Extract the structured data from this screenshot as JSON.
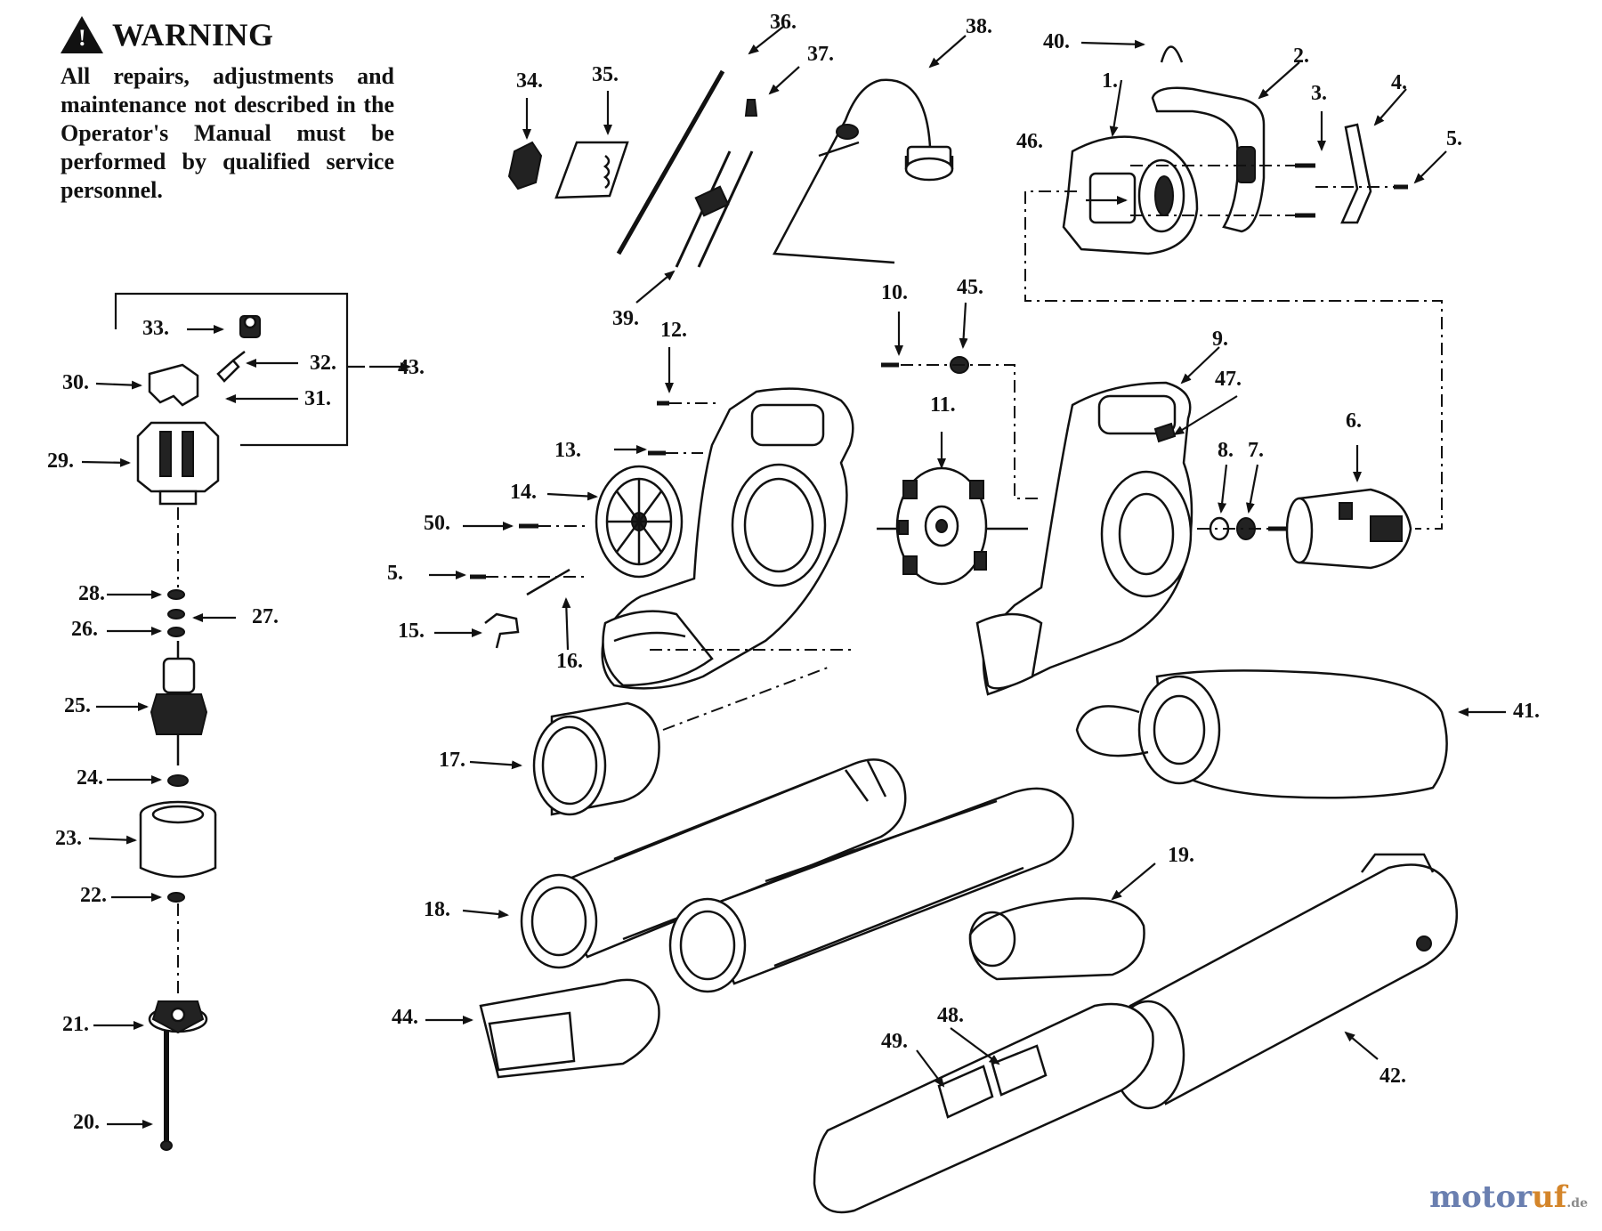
{
  "warning": {
    "heading": "WARNING",
    "text": "All repairs, adjustments and maintenance not described in the Operator's Manual must be performed by qualified service personnel."
  },
  "watermark": {
    "part1": "motor",
    "part2": "uf",
    "part3": ".de"
  },
  "labels": {
    "l1": "1.",
    "l2": "2.",
    "l3": "3.",
    "l4": "4.",
    "l5a": "5.",
    "l5b": "5.",
    "l6": "6.",
    "l7": "7.",
    "l8": "8.",
    "l9": "9.",
    "l10": "10.",
    "l11": "11.",
    "l12": "12.",
    "l13": "13.",
    "l14": "14.",
    "l15": "15.",
    "l16": "16.",
    "l17": "17.",
    "l18": "18.",
    "l19": "19.",
    "l20": "20.",
    "l21": "21.",
    "l22": "22.",
    "l23": "23.",
    "l24": "24.",
    "l25": "25.",
    "l26": "26.",
    "l27": "27.",
    "l28": "28.",
    "l29": "29.",
    "l30": "30.",
    "l31": "31.",
    "l32": "32.",
    "l33": "33.",
    "l34": "34.",
    "l35": "35.",
    "l36": "36.",
    "l37": "37.",
    "l38": "38.",
    "l39": "39.",
    "l40": "40.",
    "l41": "41.",
    "l42": "42.",
    "l43": "43.",
    "l44": "44.",
    "l45": "45.",
    "l46": "46.",
    "l47": "47.",
    "l48": "48.",
    "l49": "49.",
    "l50": "50."
  }
}
